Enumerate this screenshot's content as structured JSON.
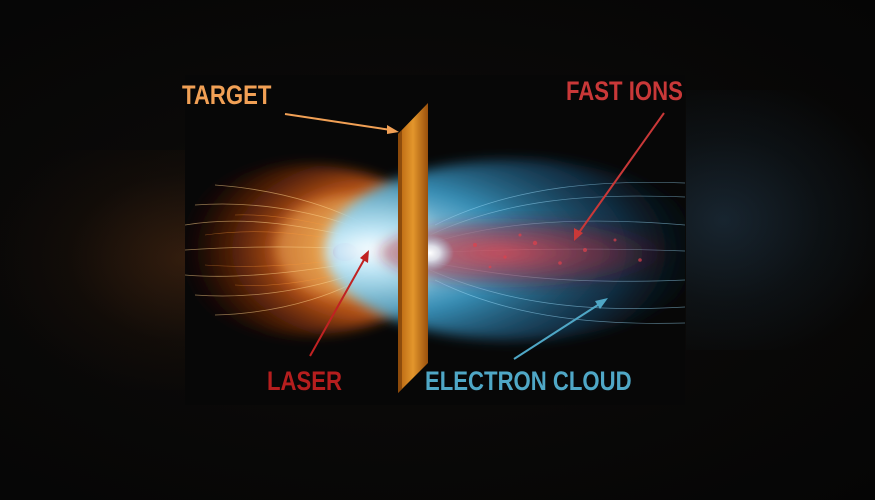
{
  "labels": {
    "target": "TARGET",
    "fast_ions": "FAST IONS",
    "laser": "LASER",
    "electron_cloud": "ELECTRON CLOUD"
  },
  "colors": {
    "target": "#f1a055",
    "fast_ions": "#c93838",
    "laser": "#b51e1e",
    "electron_cloud": "#4fa7c6",
    "target_plate": "#d98a22",
    "background": "#050505"
  }
}
